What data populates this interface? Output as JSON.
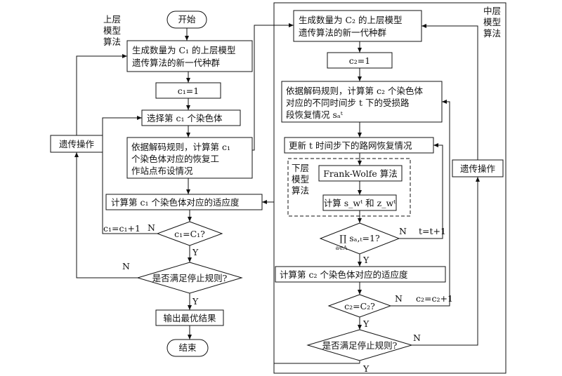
{
  "upper": {
    "side_label": [
      "上层",
      "模型",
      "算法"
    ],
    "start": "开始",
    "gen_pop": [
      "生成数量为 C₁ 的上层模型",
      "遗传算法的新一代种群"
    ],
    "c1_init": "c₁=1",
    "select": "选择第 c₁ 个染色体",
    "decode": [
      "依据解码规则，计算第 c₁",
      "个染色体对应的恢复工",
      "作站点布设情况"
    ],
    "fitness": "计算第 c₁ 个染色体对应的适应度",
    "cmp": "c₁=C₁?",
    "incr": "c₁=c₁+1",
    "stop": "是否满足停止规则?",
    "output": "输出最优结果",
    "end": "结束",
    "genetic_op": "遗传操作"
  },
  "middle": {
    "side_label": [
      "中层",
      "模型",
      "算法"
    ],
    "gen_pop": [
      "生成数量为 C₂ 的上层模型",
      "遗传算法的新一代种群"
    ],
    "c2_init": "c₂=1",
    "decode": [
      "依据解码规则，计算第 c₂ 个染色体",
      "对应的不同时间步 t 下的受损路",
      "段恢复情况 sₐᵗ"
    ],
    "update": "更新 t 时间步下的路网恢复情况",
    "prod_cond": "∏ sₐ,ₜ=1?",
    "prod_sub": "a∈A",
    "t_incr": "t=t+1",
    "fitness": "计算第 c₂ 个染色体对应的适应度",
    "cmp": "c₂=C₂?",
    "incr": "c₂=c₂+1",
    "stop": "是否满足停止规则?",
    "genetic_op": "遗传操作"
  },
  "lower": {
    "side_label": [
      "下层",
      "模型",
      "算法"
    ],
    "fw": "Frank-Wolfe 算法",
    "calc": "计算 s_wᵗ 和 z_wᵗ"
  },
  "labels": {
    "yes": "Y",
    "no": "N"
  }
}
